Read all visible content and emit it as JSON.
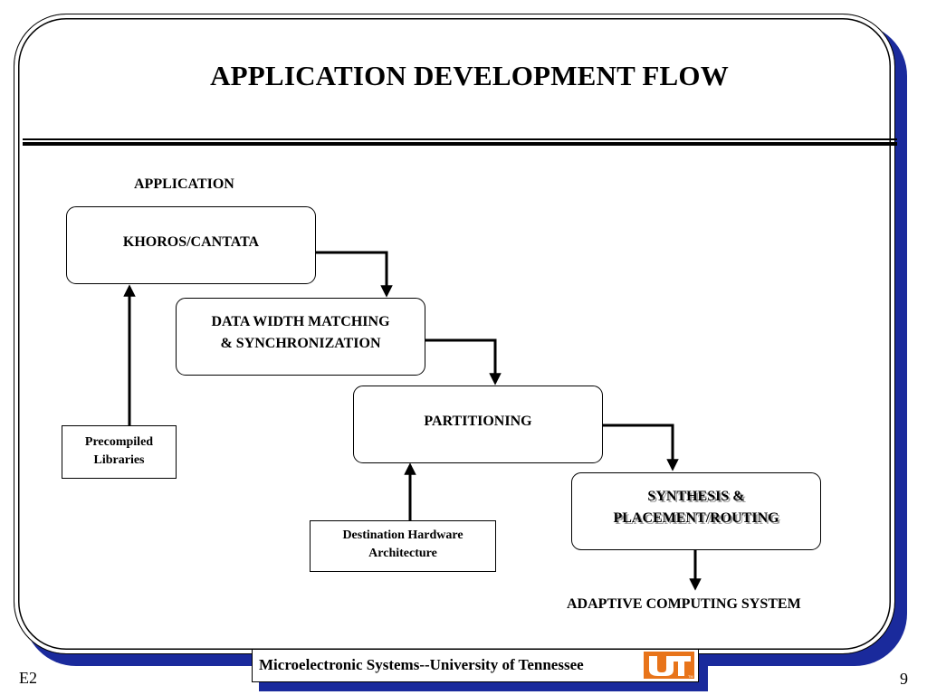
{
  "slide": {
    "title": "APPLICATION DEVELOPMENT FLOW",
    "code": "E2",
    "page_number": "9"
  },
  "diagram": {
    "top_label": "APPLICATION",
    "bottom_label": "ADAPTIVE COMPUTING SYSTEM",
    "steps": [
      {
        "line1": "KHOROS/CANTATA"
      },
      {
        "line1": "DATA WIDTH MATCHING",
        "line2": "& SYNCHRONIZATION"
      },
      {
        "line1": "PARTITIONING"
      },
      {
        "line1": "SYNTHESIS &",
        "line2": "PLACEMENT/ROUTING"
      }
    ],
    "inputs": [
      {
        "line1": "Precompiled",
        "line2": "Libraries"
      },
      {
        "line1": "Destination Hardware",
        "line2": "Architecture"
      }
    ]
  },
  "footer": {
    "text": "Microelectronic Systems--University of Tennessee",
    "logo_text": "UT",
    "logo_color": "#e8741a"
  },
  "colors": {
    "frame_shadow": "#1a2a9c"
  }
}
